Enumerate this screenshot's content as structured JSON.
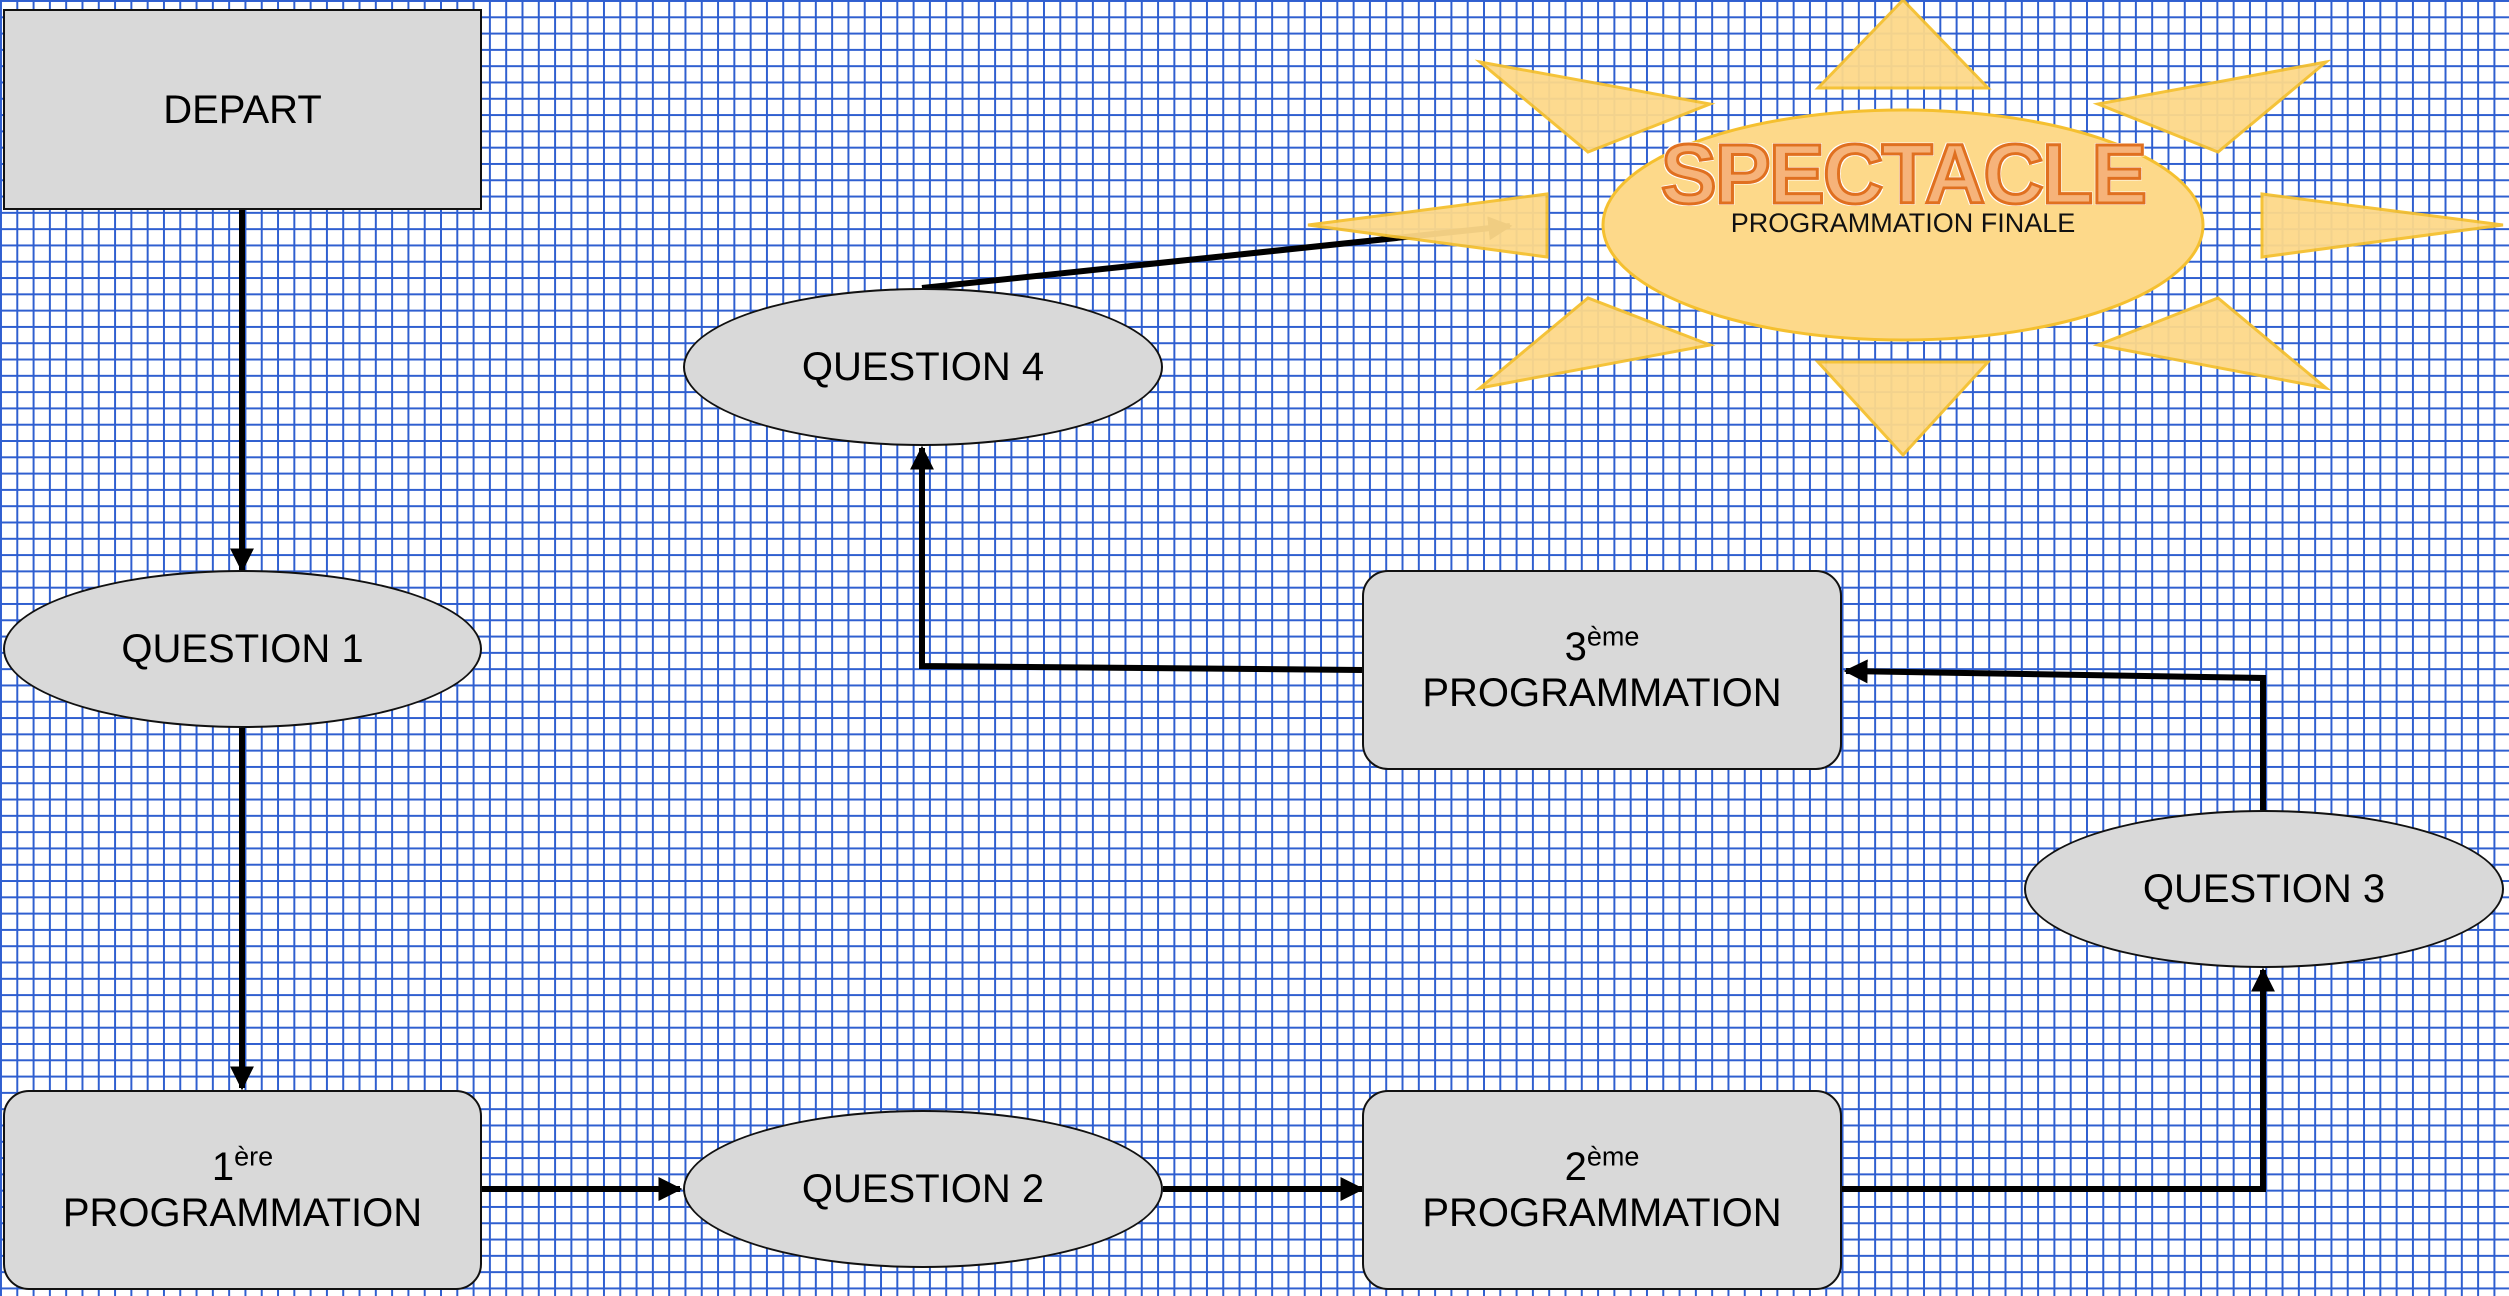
{
  "nodes": {
    "depart": {
      "label": "DEPART"
    },
    "question1": {
      "label": "QUESTION 1"
    },
    "question2": {
      "label": "QUESTION 2"
    },
    "question3": {
      "label": "QUESTION 3"
    },
    "question4": {
      "label": "QUESTION 4"
    },
    "prog1": {
      "number": "1",
      "suffix": "ère",
      "label": "PROGRAMMATION"
    },
    "prog2": {
      "number": "2",
      "suffix": "ème",
      "label": "PROGRAMMATION"
    },
    "prog3": {
      "number": "3",
      "suffix": "ème",
      "label": "PROGRAMMATION"
    }
  },
  "spectacle": {
    "title": "SPECTACLE",
    "subtitle": "PROGRAMMATION FINALE"
  },
  "colors": {
    "grid": "#2f5fd0",
    "node_fill": "#d9d9d9",
    "sun_fill": "#fdd98a",
    "sun_stroke": "#f5c02f",
    "title_fill": "#f6b37a",
    "title_stroke": "#e07020"
  }
}
